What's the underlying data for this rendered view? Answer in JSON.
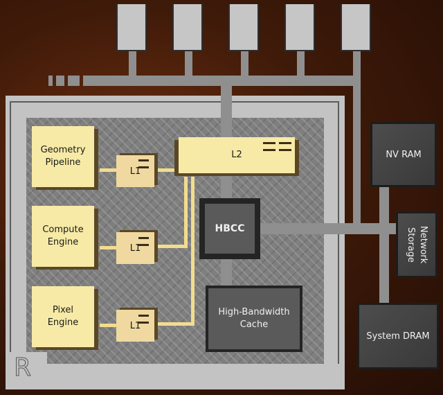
{
  "diagram": {
    "title": "",
    "blocks": {
      "geometry_pipeline": "Geometry\nPipeline",
      "compute_engine": "Compute\nEngine",
      "pixel_engine": "Pixel\nEngine",
      "l1_a": "L1",
      "l1_b": "L1",
      "l1_c": "L1",
      "l2": "L2",
      "hbcc": "HBCC",
      "high_bandwidth_cache": "High-Bandwidth\nCache",
      "nv_ram": "NV RAM",
      "network_storage": "Network\nStorage",
      "system_dram": "System DRAM"
    },
    "logo": "R",
    "colors": {
      "background": "#3f1a09",
      "chip": "#c3c3c3",
      "engine_block": "#f7eaa6",
      "cache_block": "#efd9a0",
      "memory_block": "#5a5a5a",
      "bus": "#8f8f8f"
    },
    "io_pads": 5
  }
}
